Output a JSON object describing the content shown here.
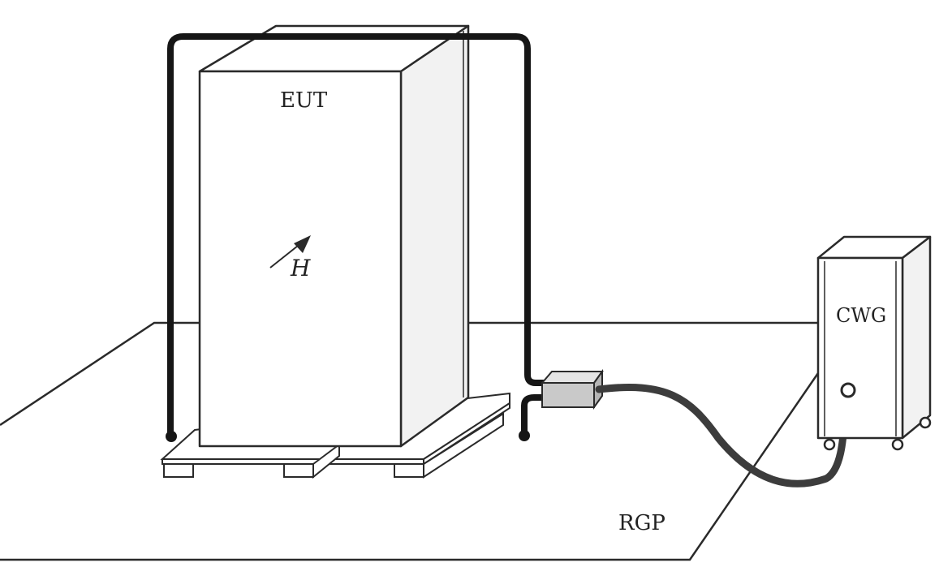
{
  "labels": {
    "eut": "EUT",
    "field_symbol": "H",
    "cwg": "CWG",
    "rgp": "RGP"
  },
  "colors": {
    "line": "#2a2a2a",
    "cable": "#161616",
    "coupler": "#c9c9c9",
    "cabinet_face": "#ffffff",
    "cabinet_side": "#f2f2f2",
    "background": "#ffffff"
  }
}
